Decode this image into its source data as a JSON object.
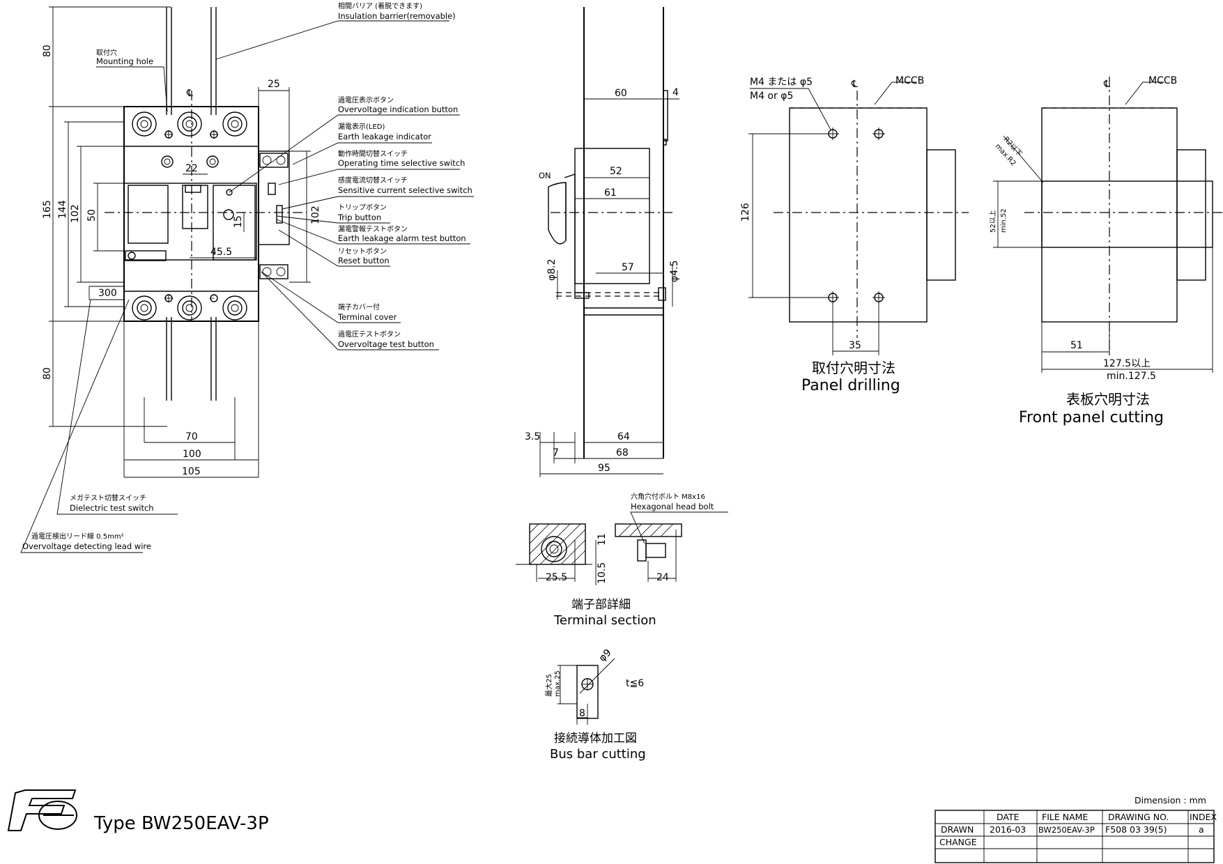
{
  "labels": {
    "insulation_barrier_jp": "相間バリア (着脱できます)",
    "insulation_barrier_en": "Insulation barrier(removable)",
    "mounting_hole_jp": "取付穴",
    "mounting_hole_en": "Mounting hole",
    "overvoltage_indication_jp": "過電圧表示ボタン",
    "overvoltage_indication_en": "Overvoltage indication button",
    "earth_leakage_indicator_jp": "漏電表示(LED)",
    "earth_leakage_indicator_en": "Earth leakage indicator",
    "operating_time_jp": "動作時間切替スイッチ",
    "operating_time_en": "Operating time selective switch",
    "sensitive_current_jp": "感度電流切替スイッチ",
    "sensitive_current_en": "Sensitive current selective switch",
    "trip_button_jp": "トリップボタン",
    "trip_button_en": "Trip button",
    "alarm_test_jp": "漏電警報テストボタン",
    "alarm_test_en": "Earth leakage alarm test button",
    "reset_button_jp": "リセットボタン",
    "reset_button_en": "Reset button",
    "terminal_cover_jp": "端子カバー付",
    "terminal_cover_en": "Terminal cover",
    "overvoltage_test_jp": "過電圧テストボタン",
    "overvoltage_test_en": "Overvoltage test button",
    "dielectric_test_jp": "メガテスト切替スイッチ",
    "dielectric_test_en": "Dielectric test switch",
    "lead_wire_jp": "過電圧検出リード線 0.5mm²",
    "lead_wire_en": "Overvoltage detecting lead wire",
    "hex_bolt_jp": "六角穴付ボルト  M8x16",
    "hex_bolt_en": "Hexagonal head bolt",
    "on": "ON",
    "cl": "℄",
    "m4_jp": "M4 または φ5",
    "m4_en": "M4 or φ5",
    "mccb": "MCCB",
    "r2_jp": "R2以下",
    "r2_en": "max.R2",
    "min52_jp": "52以上",
    "min52_en": "min.52",
    "t6": "t≦6",
    "max25_jp": "最大25",
    "max25_en": "max.25",
    "min1275_jp": "127.5以上",
    "min1275_en": "min.127.5"
  },
  "dims": {
    "d80": "80",
    "d165": "165",
    "d144": "144",
    "d102": "102",
    "d50": "50",
    "d25": "25",
    "d22": "22",
    "d15": "15",
    "d45_5": "45.5",
    "d300": "300",
    "d70": "70",
    "d100": "100",
    "d105": "105",
    "d60": "60",
    "d4": "4",
    "d52": "52",
    "d61": "61",
    "d8_2": "φ8.2",
    "d57": "57",
    "d4_5": "φ4.5",
    "d3_5": "3.5",
    "d7": "7",
    "d64": "64",
    "d68": "68",
    "d95": "95",
    "d126": "126",
    "d35": "35",
    "d51": "51",
    "d11": "11",
    "d10_5": "10.5",
    "d25_5": "25.5",
    "d24": "24",
    "d9": "φ9",
    "d8": "8"
  },
  "captions": {
    "panel_jp": "取付穴明寸法",
    "panel_en": "Panel drilling",
    "front_jp": "表板穴明寸法",
    "front_en": "Front panel cutting",
    "terminal_jp": "端子部詳細",
    "terminal_en": "Terminal section",
    "busbar_jp": "接続導体加工図",
    "busbar_en": "Bus bar cutting"
  },
  "type_label": "Type BW250EAV-3P",
  "dimension_unit": "Dimension : mm",
  "title_block": {
    "headers": [
      "DATE",
      "FILE NAME",
      "DRAWING NO.",
      "INDEX"
    ],
    "rows": [
      {
        "label": "DRAWN",
        "date": "2016-03",
        "file": "BW250EAV-3P",
        "drawing": "F508 03 39(5)",
        "index": "a"
      },
      {
        "label": "CHANGE",
        "date": "",
        "file": "",
        "drawing": "",
        "index": ""
      }
    ]
  }
}
